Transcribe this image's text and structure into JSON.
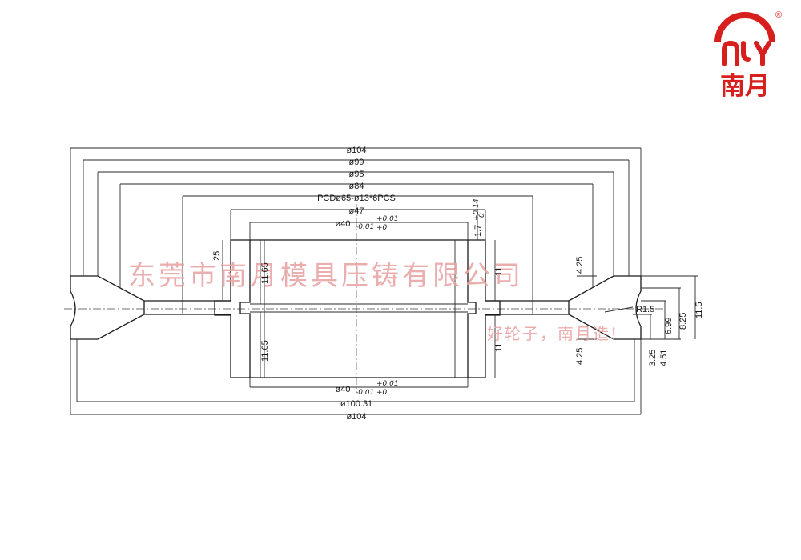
{
  "logo": {
    "name": "南月",
    "registered": "®",
    "color": "#d7201e"
  },
  "watermark": {
    "company": "东莞市南月模具压铸有限公司",
    "slogan": "好轮子，南月造!",
    "color": "#e8a0a0"
  },
  "dims": {
    "d104_top": "ø104",
    "d99": "ø99",
    "d95": "ø95",
    "d84": "ø84",
    "pcd": "PCDø65-ø13*6PCS",
    "d47": "ø47",
    "bore_top": "ø40",
    "bore_top_tol_sub": "-0.01",
    "bore_top_tol_hand": "+0.01",
    "bore_top_tol_hand2": "+0",
    "bore_side_tol": "1.7",
    "bore_side_tol_sup": "+0.14",
    "bore_side_tol_sub": "0",
    "bore_bottom": "ø40",
    "bore_bottom_tol_sub": "-0.01",
    "bore_bottom_tol_hand": "+0.01",
    "bore_bottom_tol_hand2": "+0",
    "d100_31": "ø100.31",
    "d104_bottom": "ø104",
    "v25": "25",
    "v11_65_top": "11.65",
    "v11_65_bottom": "11.65",
    "v11_top": "11",
    "v11_bottom": "11",
    "v4_25_top": "4.25",
    "v4_25_bottom": "4.25",
    "r1_5": "R1.5",
    "v6_99": "6.99",
    "v8_25": "8.25",
    "v11_5": "11.5",
    "v3_25": "3.25",
    "v4_51": "4.51"
  }
}
